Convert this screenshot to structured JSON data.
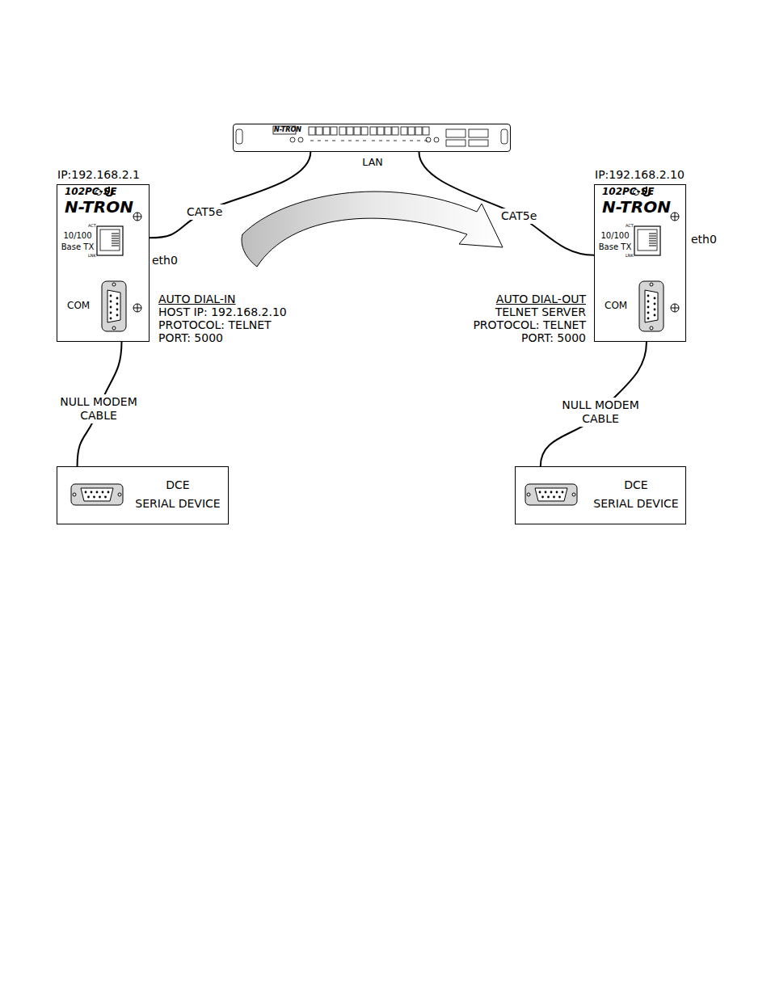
{
  "diagram": {
    "nodes": [
      {
        "text": [
          "N-TRON",
          "LAN"
        ]
      },
      {
        "text": [
          "IP:192.168.2.1",
          "102PC-SE",
          "N-TRON",
          "ACT",
          "10/100 Base TX",
          "LNK",
          "COM"
        ]
      },
      {
        "text": [
          "IP:192.168.2.10",
          "102PC-SE",
          "N-TRON",
          "ACT",
          "10/100 Base TX",
          "LNK",
          "COM"
        ]
      },
      {
        "text": [
          "DCE",
          "SERIAL DEVICE"
        ]
      },
      {
        "text": [
          "DCE",
          "SERIAL DEVICE"
        ]
      }
    ],
    "edges": [
      {
        "from": 0,
        "to": 1,
        "label": "CAT5e",
        "arrow": "none"
      },
      {
        "from": 0,
        "to": 2,
        "label": "CAT5e",
        "arrow": "none"
      },
      {
        "from": 1,
        "to": 3,
        "label": "NULL MODEM CABLE",
        "arrow": "none"
      },
      {
        "from": 2,
        "to": 4,
        "label": "NULL MODEM CABLE",
        "arrow": "none"
      }
    ],
    "labels": [
      "eth0",
      "AUTO DIAL-IN",
      "HOST IP: 192.168.2.10",
      "PROTOCOL: TELNET",
      "PORT: 5000",
      "AUTO DIAL-OUT",
      "TELNET SERVER",
      "PROTOCOL: TELNET",
      "PORT: 5000",
      "eth0"
    ]
  }
}
